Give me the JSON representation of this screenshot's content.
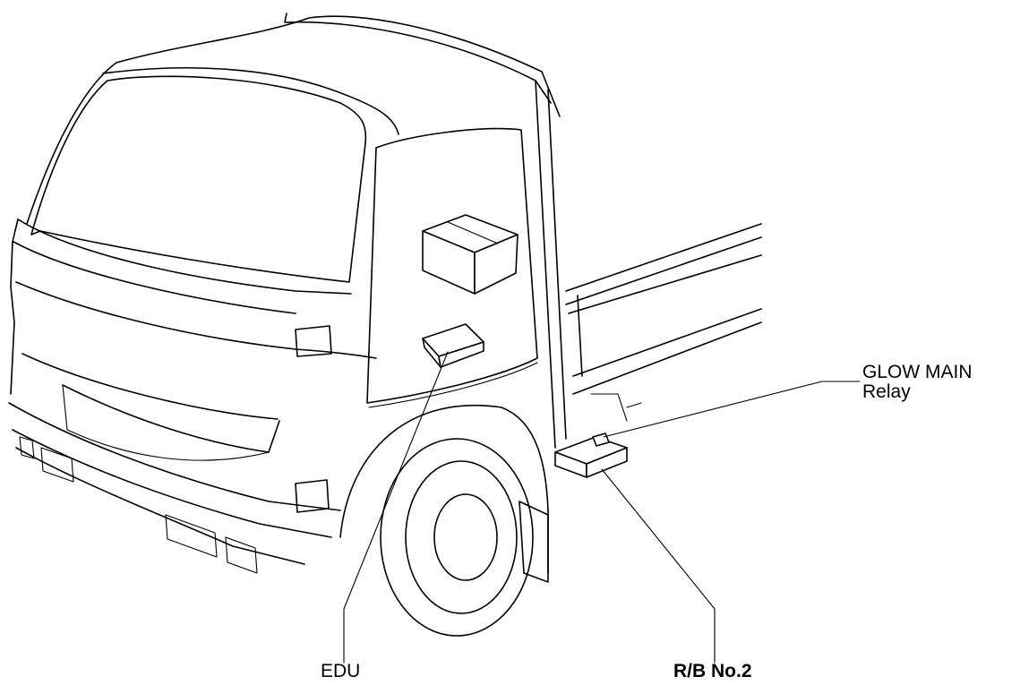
{
  "labels": {
    "glow_main_line1": "GLOW MAIN",
    "glow_main_line2": "Relay",
    "edu": "EDU",
    "rb_no2": "R/B No.2"
  },
  "colors": {
    "line": "#000000",
    "background": "#ffffff"
  }
}
